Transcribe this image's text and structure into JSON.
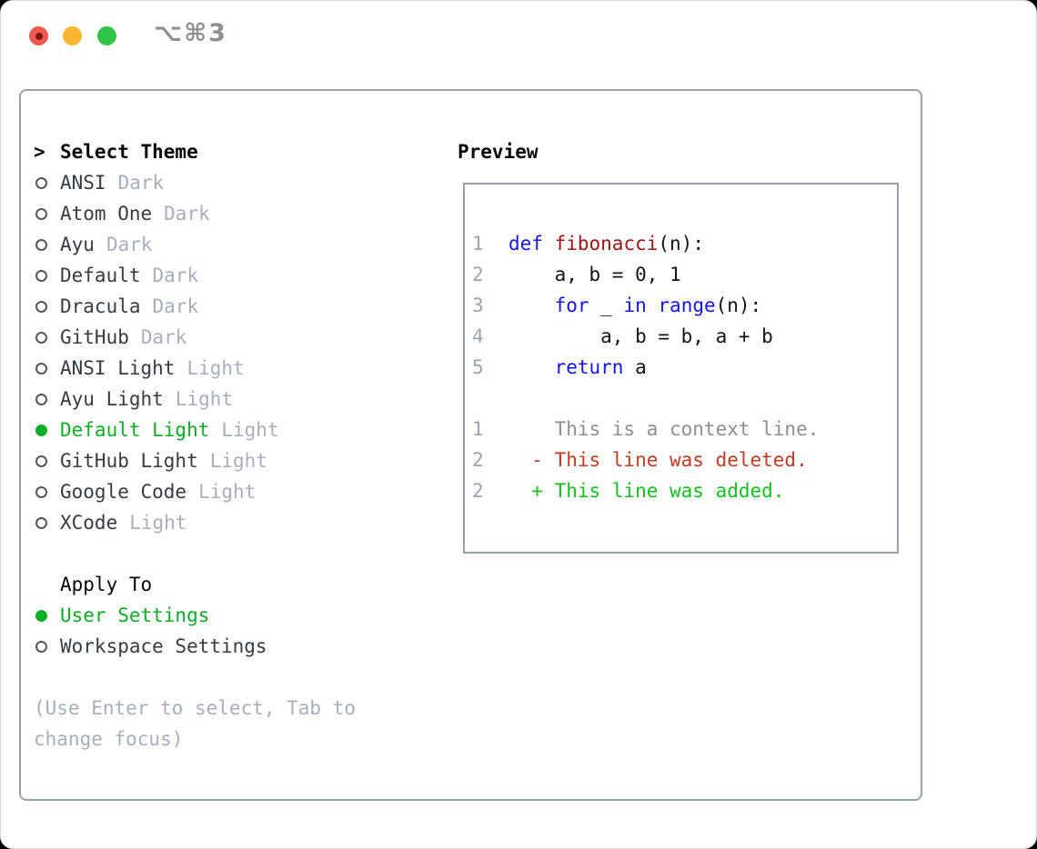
{
  "colors": {
    "green_selected": "#0caf26",
    "green_added": "#12c21d",
    "red_deleted": "#c23a21",
    "blue_keyword": "#1414f0",
    "red_function": "#a31515",
    "ink": "#121418",
    "name_ink": "#363c44",
    "heading_ink": "#050608",
    "gray_label": "#a8afbc",
    "gray_linenum": "#9aa4b2",
    "gray_context": "#8b8f96",
    "border": "#99a2ac",
    "circle_ring": "#51575f",
    "traffic_red": "#f25950",
    "traffic_red_dot": "#7c170e",
    "traffic_yellow": "#fab630",
    "traffic_green": "#31c548",
    "shortcut": "#8e9095",
    "window_border": "#d7d9dc"
  },
  "window": {
    "shortcut": "⌥⌘3"
  },
  "theme_panel": {
    "prompt": ">",
    "title": "Select Theme",
    "themes": [
      {
        "name": "ANSI",
        "variant": "Dark",
        "selected": false
      },
      {
        "name": "Atom One",
        "variant": "Dark",
        "selected": false
      },
      {
        "name": "Ayu",
        "variant": "Dark",
        "selected": false
      },
      {
        "name": "Default",
        "variant": "Dark",
        "selected": false
      },
      {
        "name": "Dracula",
        "variant": "Dark",
        "selected": false
      },
      {
        "name": "GitHub",
        "variant": "Dark",
        "selected": false
      },
      {
        "name": "ANSI Light",
        "variant": "Light",
        "selected": false
      },
      {
        "name": "Ayu Light",
        "variant": "Light",
        "selected": false
      },
      {
        "name": "Default Light",
        "variant": "Light",
        "selected": true
      },
      {
        "name": "GitHub Light",
        "variant": "Light",
        "selected": false
      },
      {
        "name": "Google Code",
        "variant": "Light",
        "selected": false
      },
      {
        "name": "XCode",
        "variant": "Light",
        "selected": false
      }
    ],
    "apply_to": {
      "title": "Apply To",
      "options": [
        {
          "label": "User Settings",
          "selected": true
        },
        {
          "label": "Workspace Settings",
          "selected": false
        }
      ]
    },
    "hint": "(Use Enter to select, Tab to change focus)"
  },
  "preview": {
    "title": "Preview",
    "code_lines": [
      {
        "num": "1",
        "tokens": [
          {
            "t": "def",
            "c": "keyword"
          },
          {
            "t": " ",
            "c": "plain"
          },
          {
            "t": "fibonacci",
            "c": "function"
          },
          {
            "t": "(n):",
            "c": "plain"
          }
        ]
      },
      {
        "num": "2",
        "tokens": [
          {
            "t": "    a, b = 0, 1",
            "c": "plain"
          }
        ]
      },
      {
        "num": "3",
        "tokens": [
          {
            "t": "    ",
            "c": "plain"
          },
          {
            "t": "for",
            "c": "keyword"
          },
          {
            "t": " _ ",
            "c": "plain"
          },
          {
            "t": "in",
            "c": "keyword"
          },
          {
            "t": " ",
            "c": "plain"
          },
          {
            "t": "range",
            "c": "keyword"
          },
          {
            "t": "(n):",
            "c": "plain"
          }
        ]
      },
      {
        "num": "4",
        "tokens": [
          {
            "t": "        a, b = b, a + b",
            "c": "plain"
          }
        ]
      },
      {
        "num": "5",
        "tokens": [
          {
            "t": "    ",
            "c": "plain"
          },
          {
            "t": "return",
            "c": "keyword"
          },
          {
            "t": " a",
            "c": "plain"
          }
        ]
      }
    ],
    "diff_lines": [
      {
        "num": "1",
        "kind": "context",
        "text": "    This is a context line."
      },
      {
        "num": "2",
        "kind": "deleted",
        "text": "  - This line was deleted."
      },
      {
        "num": "2",
        "kind": "added",
        "text": "  + This line was added."
      }
    ]
  }
}
